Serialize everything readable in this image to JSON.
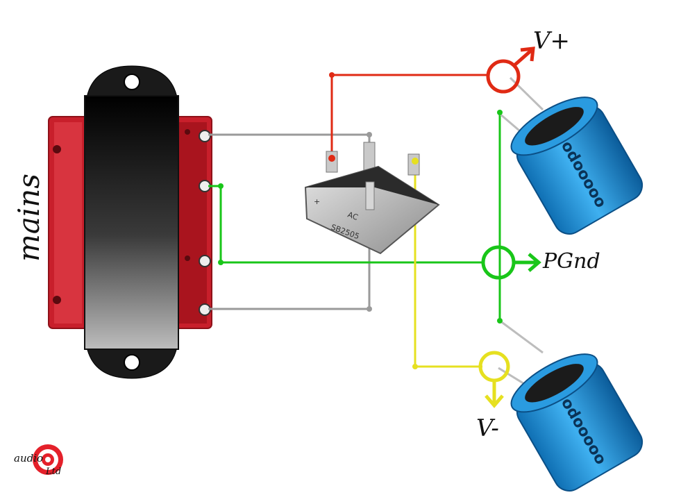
{
  "labels": {
    "mains": "mains",
    "v_plus": "V+",
    "pgnd": "PGnd",
    "v_minus": "V-"
  },
  "bridge": {
    "part_number": "SB2505",
    "ac_mark": "AC",
    "plus_mark": "+"
  },
  "capacitor": {
    "text": "odooooo"
  },
  "logo": {
    "text": "audio",
    "sub": "Ltd"
  },
  "colors": {
    "positive": "#e02a14",
    "ground": "#19c619",
    "negative": "#e6e020",
    "ac_wire": "#9a9a9a",
    "transformer_frame": "#c81f2b",
    "transformer_core": "#2a2a2a",
    "capacitor_body": "#1e8ed6"
  }
}
